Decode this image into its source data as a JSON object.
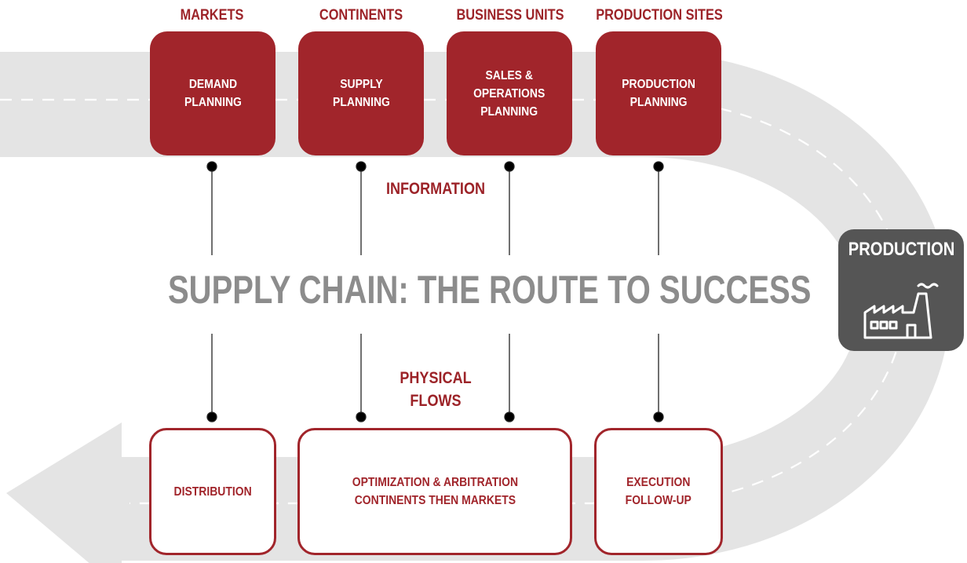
{
  "categories": {
    "markets": "MARKETS",
    "continents": "CONTINENTS",
    "business_units": "BUSINESS UNITS",
    "production_sites": "PRODUCTION SITES"
  },
  "planning_boxes": {
    "demand": [
      "DEMAND",
      "PLANNING"
    ],
    "supply": [
      "SUPPLY",
      "PLANNING"
    ],
    "sop": [
      "SALES &",
      "OPERATIONS",
      "PLANNING"
    ],
    "production": [
      "PRODUCTION",
      "PLANNING"
    ]
  },
  "labels": {
    "information": "INFORMATION",
    "physical_flows": [
      "PHYSICAL",
      "FLOWS"
    ]
  },
  "headline": "SUPPLY CHAIN: THE ROUTE TO SUCCESS",
  "execution_boxes": {
    "distribution": "DISTRIBUTION",
    "optimization": [
      "OPTIMIZATION & ARBITRATION",
      "CONTINENTS THEN MARKETS"
    ],
    "execution": [
      "EXECUTION",
      "FOLLOW-UP"
    ]
  },
  "production_badge": {
    "label": "PRODUCTION",
    "icon": "factory-icon"
  },
  "colors": {
    "brand_red": "#a1252b",
    "road_gray": "#e4e4e4",
    "headline_gray": "#8c8c8c",
    "badge_gray": "#555555"
  }
}
